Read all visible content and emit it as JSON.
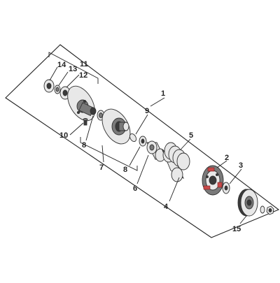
{
  "diagram": {
    "callouts": {
      "c1": "1",
      "c2": "2",
      "c3": "3",
      "c4": "4",
      "c5": "5",
      "c6": "6",
      "c7": "7",
      "c8a": "8",
      "c8b": "8",
      "c9": "9",
      "c10": "10",
      "c11": "11",
      "c12": "12",
      "c13": "13",
      "c14": "14",
      "c15": "15"
    }
  }
}
